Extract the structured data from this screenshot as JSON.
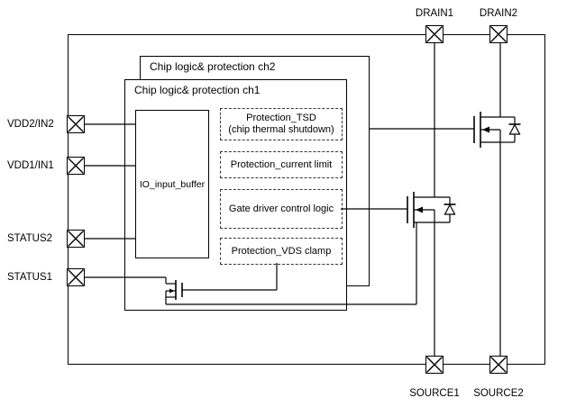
{
  "pads": {
    "drain1": "DRAIN1",
    "drain2": "DRAIN2",
    "source1": "SOURCE1",
    "source2": "SOURCE2",
    "vdd2_in2": "VDD2/IN2",
    "vdd1_in1": "VDD1/IN1",
    "status2": "STATUS2",
    "status1": "STATUS1"
  },
  "blocks": {
    "ch2": "Chip logic& protection ch2",
    "ch1": "Chip logic& protection ch1",
    "io_buffer": "IO_input_buffer",
    "protection_tsd": "Protection_TSD",
    "protection_tsd_sub": "(chip thermal shutdown)",
    "current_limit": "Protection_current limit",
    "gate_driver": "Gate driver control logic",
    "vds_clamp": "Protection_VDS clamp"
  },
  "colors": {
    "line": "#000000",
    "background": "#ffffff"
  }
}
